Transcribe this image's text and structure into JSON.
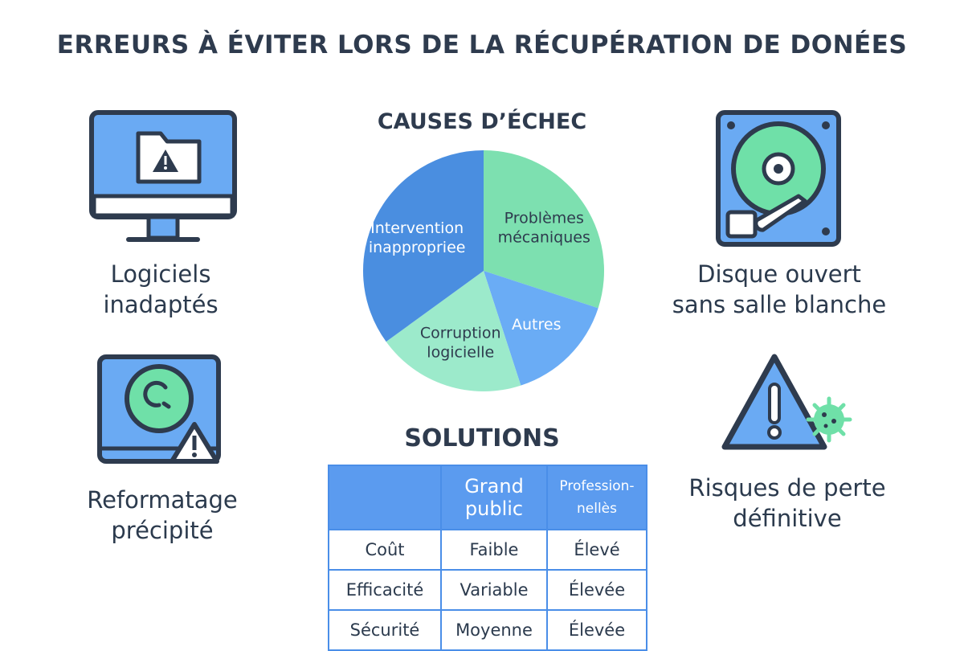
{
  "title": "ERREURS À ÉVITER LORS DE LA RÉCUPÉRATION DE DONÉES",
  "items": {
    "software": {
      "line1": "Logiciels",
      "line2": "inadaptés"
    },
    "reformat": {
      "line1": "Reformatage",
      "line2": "précipité"
    },
    "disk": {
      "line1": "Disque ouvert",
      "line2": "sans salle blanche"
    },
    "risk": {
      "line1": "Risques de perte",
      "line2": "définitive"
    }
  },
  "chart_data": {
    "type": "pie",
    "title": "CAUSES D’ÉCHEC",
    "slices": [
      {
        "label_lines": [
          "Problèmes",
          "mécaniques"
        ],
        "value": 30,
        "color": "#7de0b0"
      },
      {
        "label_lines": [
          "Autres"
        ],
        "value": 15,
        "color": "#6aacf5"
      },
      {
        "label_lines": [
          "Corruption",
          "logicielle"
        ],
        "value": 20,
        "color": "#9ceacb"
      },
      {
        "label_lines": [
          "Intervention",
          "inappropriee"
        ],
        "value": 35,
        "color": "#4a8ee0"
      }
    ]
  },
  "solutions": {
    "title": "SOLUTIONS",
    "headers": [
      "",
      "Grand public",
      "Profession-nellès"
    ],
    "rows": [
      [
        "Coût",
        "Faible",
        "Élevé"
      ],
      [
        "Efficacité",
        "Variable",
        "Élevée"
      ],
      [
        "Sécurité",
        "Moyenne",
        "Élevée"
      ]
    ]
  },
  "colors": {
    "blue": "#5b9bef",
    "green": "#6fe0a8",
    "outline": "#2e3b4e"
  }
}
